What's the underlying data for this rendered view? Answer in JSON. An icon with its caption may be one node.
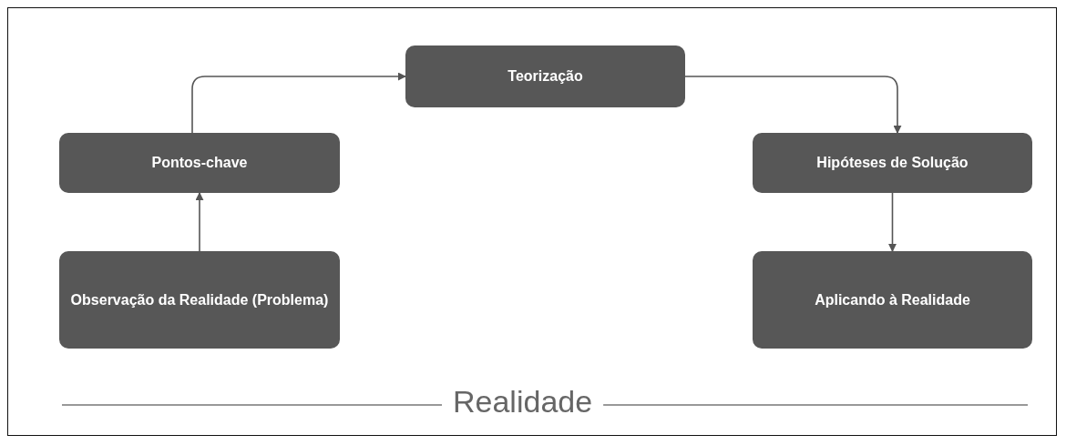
{
  "diagram": {
    "nodes": [
      {
        "text": [
          "Teorização"
        ]
      },
      {
        "text": [
          "Pontos-chave"
        ]
      },
      {
        "text": [
          "Observação da Realidade (Problema)"
        ]
      },
      {
        "text": [
          "Hipóteses de Solução"
        ]
      },
      {
        "text": [
          "Aplicando à Realidade"
        ]
      }
    ],
    "edges": [
      {
        "from": 2,
        "to": 1,
        "arrow": "to"
      },
      {
        "from": 1,
        "to": 0,
        "arrow": "to"
      },
      {
        "from": 0,
        "to": 3,
        "arrow": "to"
      },
      {
        "from": 3,
        "to": 4,
        "arrow": "to"
      }
    ],
    "labels": [
      "Realidade"
    ]
  }
}
